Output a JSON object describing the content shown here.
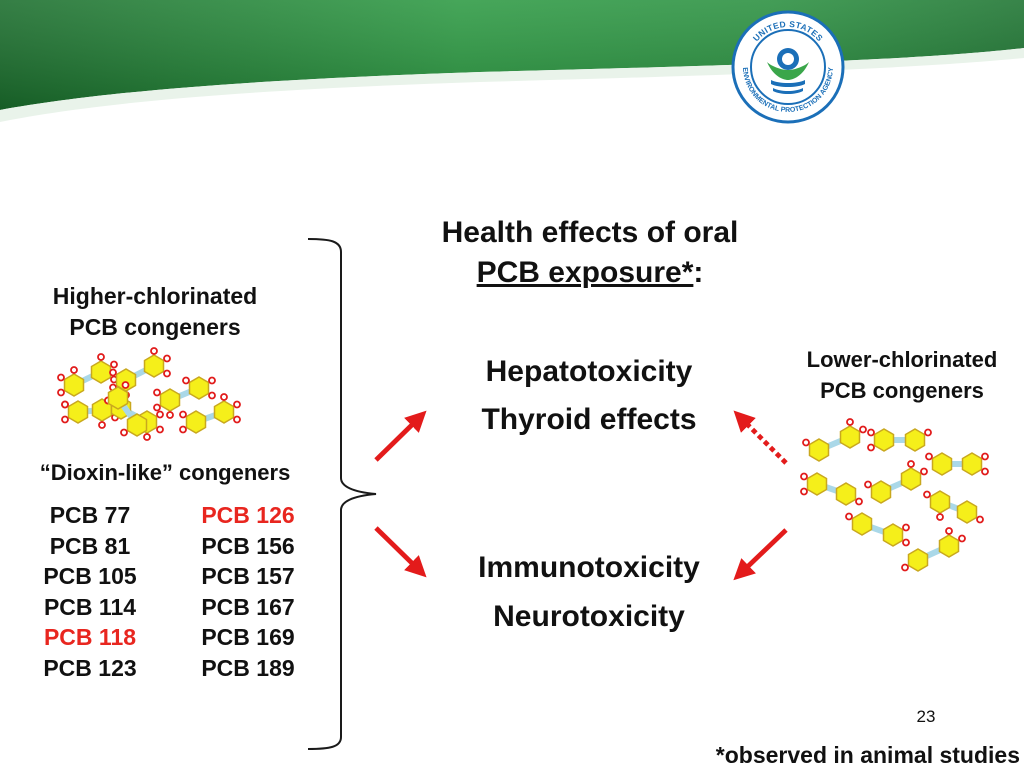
{
  "slide": {
    "heading": {
      "line1": "Health effects of oral",
      "line2_underlined": "PCB exposure*",
      "line2_suffix": ":"
    },
    "higher_chlorinated": {
      "line1": "Higher-chlorinated",
      "line2": "PCB congeners"
    },
    "lower_chlorinated": {
      "line1": "Lower-chlorinated",
      "line2": "PCB congeners"
    },
    "dioxin_like_label": "“Dioxin-like” congeners",
    "pcb_list": {
      "left": [
        "PCB 77",
        "PCB 81",
        "PCB 105",
        "PCB 114",
        "PCB 118",
        "PCB 123"
      ],
      "right": [
        "PCB 126",
        "PCB 156",
        "PCB 157",
        "PCB 167",
        "PCB 169",
        "PCB 189"
      ],
      "highlighted": [
        "PCB 118",
        "PCB 126"
      ],
      "highlight_color": "#e8261f"
    },
    "effects": {
      "upper": [
        "Hepatotoxicity",
        "Thyroid effects"
      ],
      "lower": [
        "Immunotoxicity",
        "Neurotoxicity"
      ]
    },
    "page_number": "23",
    "footnote": "*observed in animal studies"
  },
  "logo": {
    "ring_text_top": "UNITED STATES",
    "ring_text_bottom": "ENVIRONMENTAL PROTECTION AGENCY",
    "color": "#1b6fb8"
  },
  "colors": {
    "header_green_dark": "#1f7a33",
    "header_green_light": "#35a948",
    "arrow_red": "#e31b1b",
    "hexagon_fill": "#f5ef1a",
    "hexagon_stroke": "#c9a81e",
    "bond_color": "#aad8e8",
    "chlorine_red": "#e11c1c"
  },
  "icons": {
    "molecule": "pcb-molecule-icon",
    "arrow": "arrow-icon",
    "bracket": "curly-bracket-icon"
  }
}
